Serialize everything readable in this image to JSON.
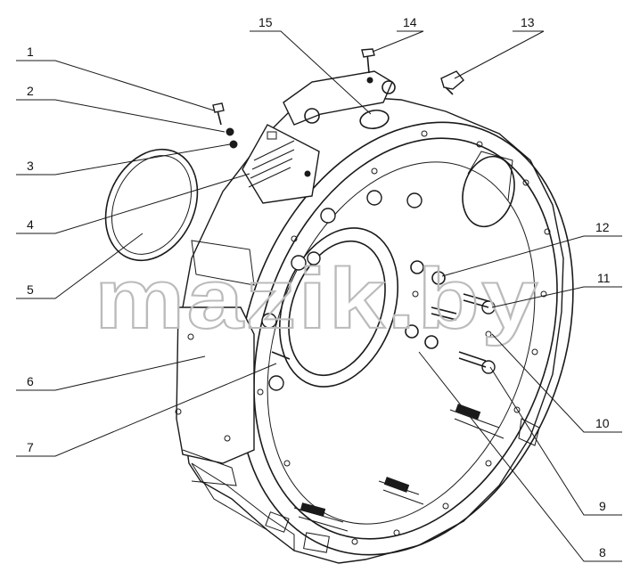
{
  "watermark": "mazik.by",
  "callouts": [
    {
      "id": "1",
      "label": "1"
    },
    {
      "id": "2",
      "label": "2"
    },
    {
      "id": "3",
      "label": "3"
    },
    {
      "id": "4",
      "label": "4"
    },
    {
      "id": "5",
      "label": "5"
    },
    {
      "id": "6",
      "label": "6"
    },
    {
      "id": "7",
      "label": "7"
    },
    {
      "id": "8",
      "label": "8"
    },
    {
      "id": "9",
      "label": "9"
    },
    {
      "id": "10",
      "label": "10"
    },
    {
      "id": "11",
      "label": "11"
    },
    {
      "id": "12",
      "label": "12"
    },
    {
      "id": "13",
      "label": "13"
    },
    {
      "id": "14",
      "label": "14"
    },
    {
      "id": "15",
      "label": "15"
    }
  ]
}
